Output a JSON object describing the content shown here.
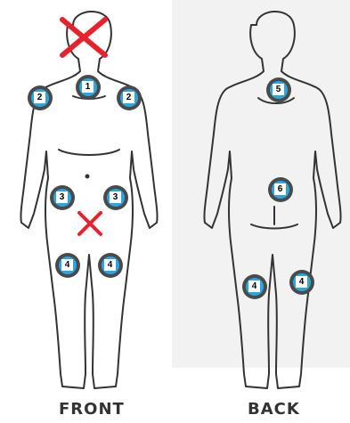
{
  "front": {
    "label": "FRONT",
    "sites": [
      {
        "key": "front-1",
        "number": "1"
      },
      {
        "key": "front-2-left",
        "number": "2"
      },
      {
        "key": "front-2-right",
        "number": "2"
      },
      {
        "key": "front-3-left",
        "number": "3"
      },
      {
        "key": "front-3-right",
        "number": "3"
      },
      {
        "key": "front-4-left",
        "number": "4"
      },
      {
        "key": "front-4-right",
        "number": "4"
      }
    ],
    "excluded_marks": [
      "face-cross-mark",
      "groin-cross-mark"
    ]
  },
  "back": {
    "label": "BACK",
    "sites": [
      {
        "key": "back-5",
        "number": "5"
      },
      {
        "key": "back-6",
        "number": "6"
      },
      {
        "key": "back-4-left",
        "number": "4"
      },
      {
        "key": "back-4-right",
        "number": "4"
      }
    ]
  },
  "colors": {
    "marker_outer": "#4a4a4a",
    "marker_inner": "#2aa7e0",
    "cross": "#e8212b",
    "outline": "#333333"
  }
}
